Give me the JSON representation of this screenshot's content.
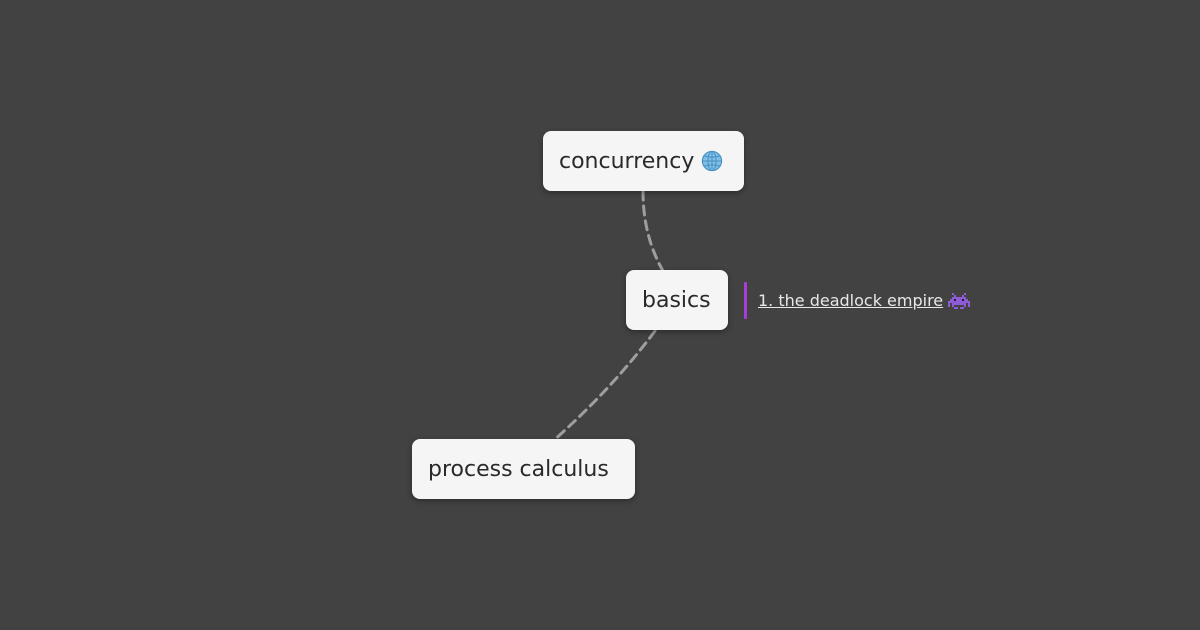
{
  "nodes": {
    "concurrency": {
      "label": "concurrency",
      "icon": "globe-icon"
    },
    "basics": {
      "label": "basics"
    },
    "process_calculus": {
      "label": "process calculus"
    }
  },
  "link": {
    "label": "1. the deadlock empire",
    "icon": "space-invader-icon"
  },
  "colors": {
    "background": "#424242",
    "node_fill": "#f5f5f5",
    "edge": "#9e9e9e",
    "link_accent": "#a63fd9"
  }
}
